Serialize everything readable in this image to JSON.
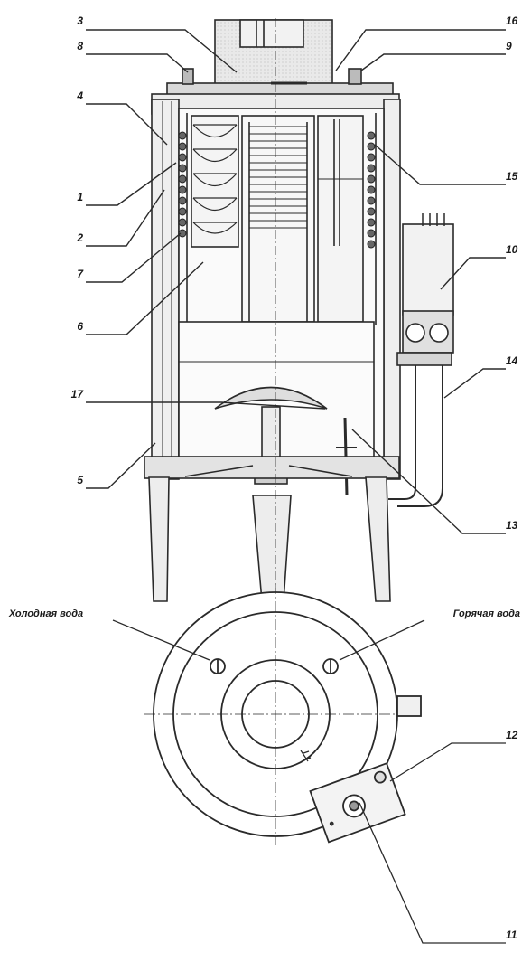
{
  "callouts": [
    {
      "id": "3",
      "label": "3"
    },
    {
      "id": "16",
      "label": "16"
    },
    {
      "id": "8",
      "label": "8"
    },
    {
      "id": "9",
      "label": "9"
    },
    {
      "id": "4",
      "label": "4"
    },
    {
      "id": "15",
      "label": "15"
    },
    {
      "id": "1",
      "label": "1"
    },
    {
      "id": "2",
      "label": "2"
    },
    {
      "id": "10",
      "label": "10"
    },
    {
      "id": "7",
      "label": "7"
    },
    {
      "id": "6",
      "label": "6"
    },
    {
      "id": "14",
      "label": "14"
    },
    {
      "id": "17",
      "label": "17"
    },
    {
      "id": "5",
      "label": "5"
    },
    {
      "id": "13",
      "label": "13"
    },
    {
      "id": "12",
      "label": "12"
    },
    {
      "id": "11",
      "label": "11"
    }
  ],
  "captions": {
    "cold_water": "Холодная вода",
    "hot_water": "Горячая вода"
  },
  "colors": {
    "line": "#2a2a2a",
    "shade": "#cfcfcf",
    "light": "#e6e6e6"
  }
}
